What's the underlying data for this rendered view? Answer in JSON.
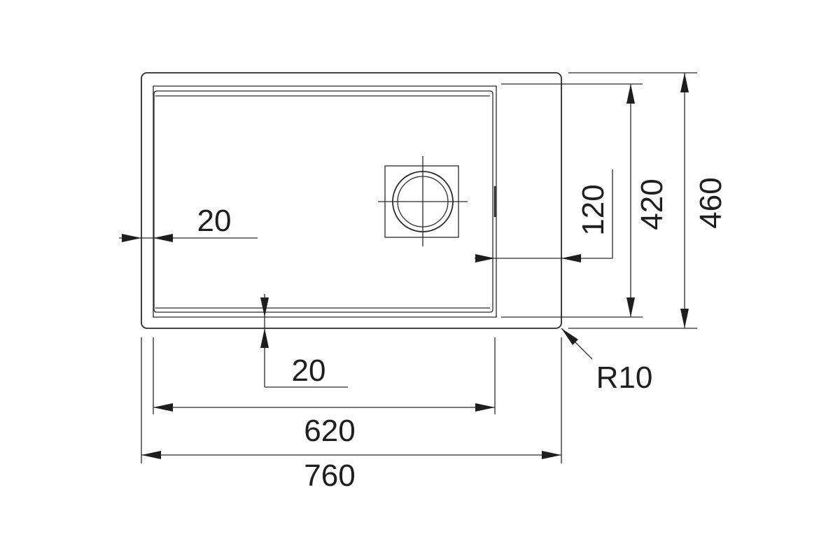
{
  "drawing": {
    "type": "sink technical drawing (top view)",
    "colors": {
      "line": "#2a2a2a",
      "background": "#ffffff"
    },
    "dimensions": {
      "overall_width": "760",
      "bowl_width": "620",
      "overall_depth": "460",
      "bowl_depth": "420",
      "drain_offset": "120",
      "side_rim": "20",
      "front_rim": "20",
      "corner_radius": "R10"
    }
  }
}
